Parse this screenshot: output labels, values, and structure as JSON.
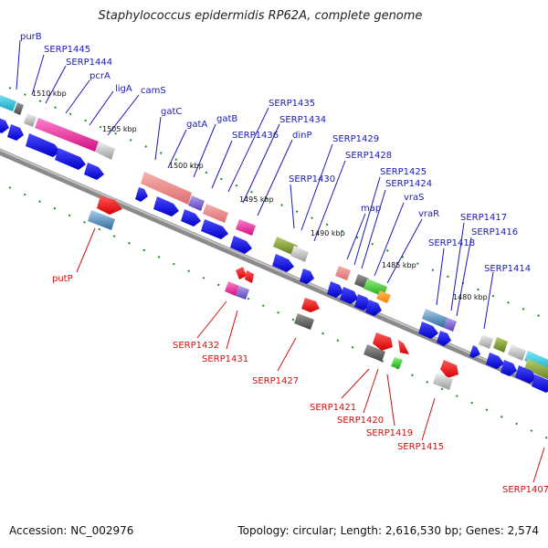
{
  "title": "Staphylococcus epidermidis RP62A, complete genome",
  "footer": {
    "accession": "Accession: NC_002976",
    "summary": "Topology: circular; Length: 2,616,530 bp; Genes: 2,574"
  },
  "colors": {
    "blue_label": "#1a1ab4",
    "red_label": "#cc1111",
    "backbone": "#8a8a8a",
    "cds_arrow": "#1010e0",
    "tick_green": "#1f8a1f"
  },
  "kbp_marks": [
    "1510 kbp",
    "1505 kbp",
    "1500 kbp",
    "1495 kbp",
    "1490 kbp",
    "1485 kbp",
    "1480 kbp"
  ],
  "upper_labels": [
    "purB",
    "SERP1445",
    "SERP1444",
    "pcrA",
    "ligA",
    "camS",
    "gatC",
    "gatA",
    "gatB",
    "SERP1436",
    "SERP1435",
    "SERP1434",
    "dinP",
    "SERP1430",
    "SERP1429",
    "SERP1428",
    "map",
    "SERP1425",
    "SERP1424",
    "vraS",
    "vraR",
    "SERP1418",
    "SERP1417",
    "SERP1416",
    "SERP1414"
  ],
  "lower_labels": [
    "putP",
    "SERP1432",
    "SERP1431",
    "SERP1427",
    "SERP1421",
    "SERP1420",
    "SERP1419",
    "SERP1415",
    "SERP1407"
  ]
}
